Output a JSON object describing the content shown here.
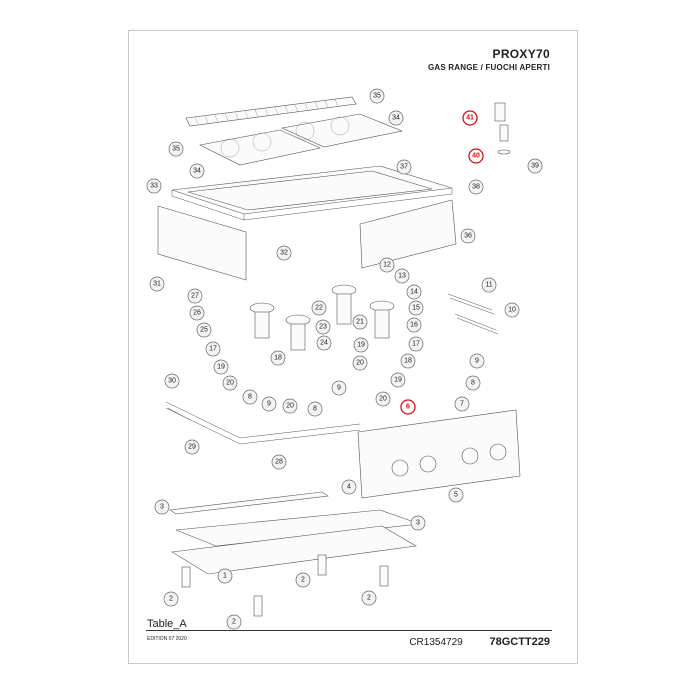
{
  "header": {
    "model": "PROXY70",
    "subtitle": "GAS RANGE / FUOCHI APERTI"
  },
  "footer": {
    "table_label": "Table_A",
    "edition": "EDITION 07 2020",
    "doc_code": "CR1354729",
    "model_code": "78GCTT229"
  },
  "colors": {
    "highlight": "#d40f1a",
    "line": "#555555"
  },
  "callouts": [
    "1",
    "2",
    "3",
    "4",
    "5",
    "6",
    "7",
    "8",
    "9",
    "10",
    "11",
    "12",
    "13",
    "14",
    "15",
    "16",
    "17",
    "18",
    "19",
    "20",
    "21",
    "22",
    "23",
    "24",
    "25",
    "26",
    "27",
    "28",
    "29",
    "30",
    "31",
    "32",
    "33",
    "34",
    "35",
    "36",
    "37",
    "38",
    "39",
    "40",
    "41"
  ],
  "highlighted_parts": [
    "6",
    "40",
    "41"
  ]
}
